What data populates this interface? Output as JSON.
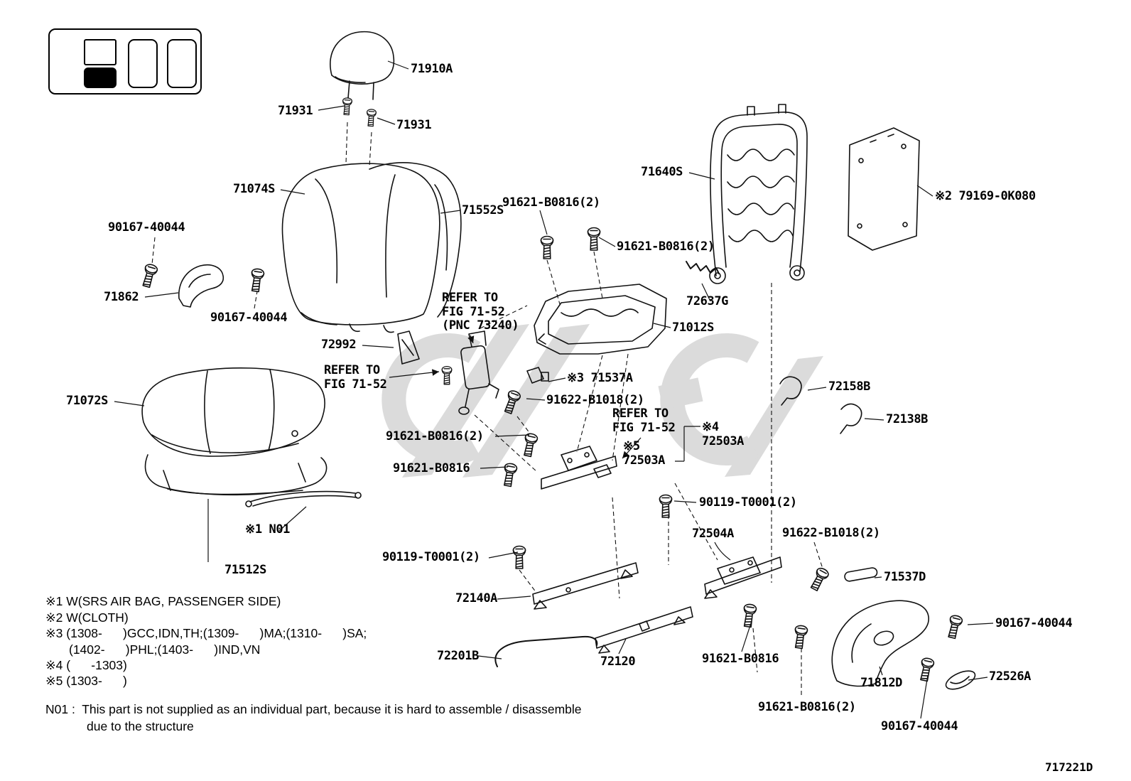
{
  "page": {
    "doc_code": "717221D"
  },
  "labels": [
    {
      "text": "71910A"
    },
    {
      "text": "71931"
    },
    {
      "text": "71931"
    },
    {
      "text": "71074S"
    },
    {
      "text": "71552S"
    },
    {
      "text": "91621-B0816(2)"
    },
    {
      "text": "71640S"
    },
    {
      "text": "※2 79169-0K080"
    },
    {
      "text": "90167-40044"
    },
    {
      "text": "91621-B0816(2)"
    },
    {
      "text": "71862"
    },
    {
      "text": "90167-40044"
    },
    {
      "text": "72637G"
    },
    {
      "text": "71012S"
    },
    {
      "text": "REFER TO\nFIG 71-52\n(PNC 73240)"
    },
    {
      "text": "72992"
    },
    {
      "text": "REFER TO\nFIG 71-52"
    },
    {
      "text": "※3 71537A"
    },
    {
      "text": "72158B"
    },
    {
      "text": "91622-B1018(2)"
    },
    {
      "text": "71072S"
    },
    {
      "text": "72138B"
    },
    {
      "text": "REFER TO\nFIG 71-52"
    },
    {
      "text": "91621-B0816(2)"
    },
    {
      "text": "※4\n72503A"
    },
    {
      "text": "※5\n72503A"
    },
    {
      "text": "91621-B0816"
    },
    {
      "text": "90119-T0001(2)"
    },
    {
      "text": "72504A"
    },
    {
      "text": "91622-B1018(2)"
    },
    {
      "text": "71537D"
    },
    {
      "text": "90119-T0001(2)"
    },
    {
      "text": "72140A"
    },
    {
      "text": "90167-40044"
    },
    {
      "text": "72201B"
    },
    {
      "text": "72120"
    },
    {
      "text": "91621-B0816"
    },
    {
      "text": "71812D"
    },
    {
      "text": "72526A"
    },
    {
      "text": "91621-B0816(2)"
    },
    {
      "text": "90167-40044"
    },
    {
      "text": "※1 N01"
    },
    {
      "text": "71512S"
    }
  ],
  "footnotes": [
    "※1 W(SRS AIR BAG, PASSENGER SIDE)",
    "※2 W(CLOTH)",
    "※3 (1308-      )GCC,IDN,TH;(1309-      )MA;(1310-      )SA;",
    "(1402-      )PHL;(1403-      )IND,VN",
    "※4 (      -1303)",
    "※5 (1303-      )"
  ],
  "note": {
    "line1": "N01 :  This part is not supplied as an individual part, because it is hard to assemble / disassemble",
    "line2": "due to the structure"
  }
}
